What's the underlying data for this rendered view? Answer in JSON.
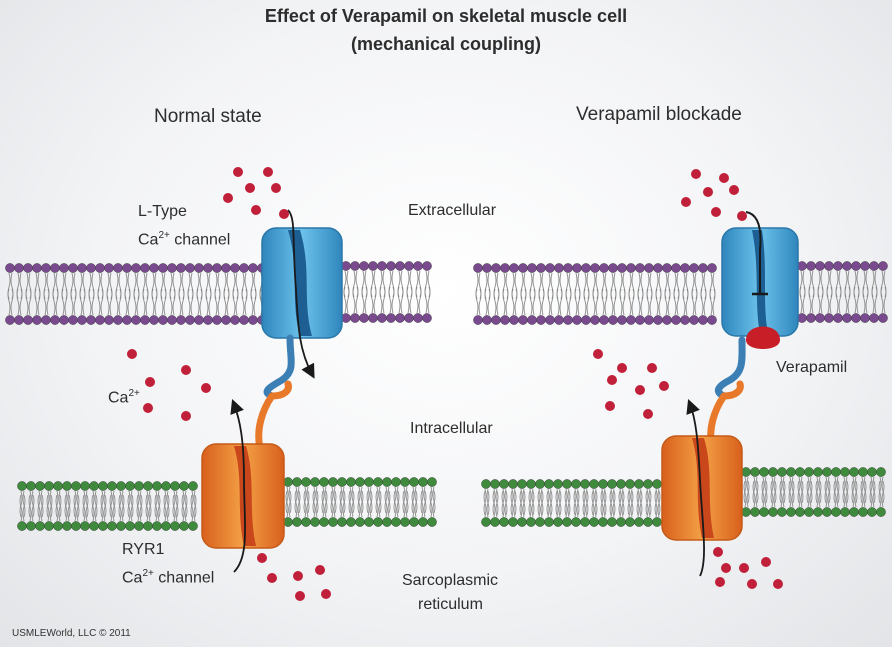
{
  "title": {
    "line1": "Effect of Verapamil on skeletal muscle cell",
    "line2": "(mechanical coupling)"
  },
  "panels": {
    "left_heading": "Normal state",
    "right_heading": "Verapamil blockade"
  },
  "regions": {
    "extracellular": "Extracellular",
    "intracellular": "Intracellular",
    "sarcoplasmic_1": "Sarcoplasmic",
    "sarcoplasmic_2": "reticulum"
  },
  "labels": {
    "ltype_1": "L-Type",
    "ltype_2_prefix": "Ca",
    "ltype_2_sup": "2+",
    "ltype_2_suffix": " channel",
    "ca_prefix": "Ca",
    "ca_sup": "2+",
    "ryr1_1": "RYR1",
    "ryr1_2_prefix": "Ca",
    "ryr1_2_sup": "2+",
    "ryr1_2_suffix": " channel",
    "verapamil": "Verapamil"
  },
  "credit": "USMLEWorld, LLC © 2011",
  "colors": {
    "plasma_membrane_heads": "#7a4a8e",
    "sr_membrane_heads": "#3f8a3c",
    "ltype_channel": "#4aa6d6",
    "ryr1_channel": "#e8782a",
    "calcium_ion": "#c0203a",
    "verapamil_drug": "#c81e28"
  },
  "icons": [
    "calcium-ion-dot",
    "l-type-channel-icon",
    "ryr1-channel-icon",
    "verapamil-blocker-icon",
    "flow-arrow-icon"
  ]
}
